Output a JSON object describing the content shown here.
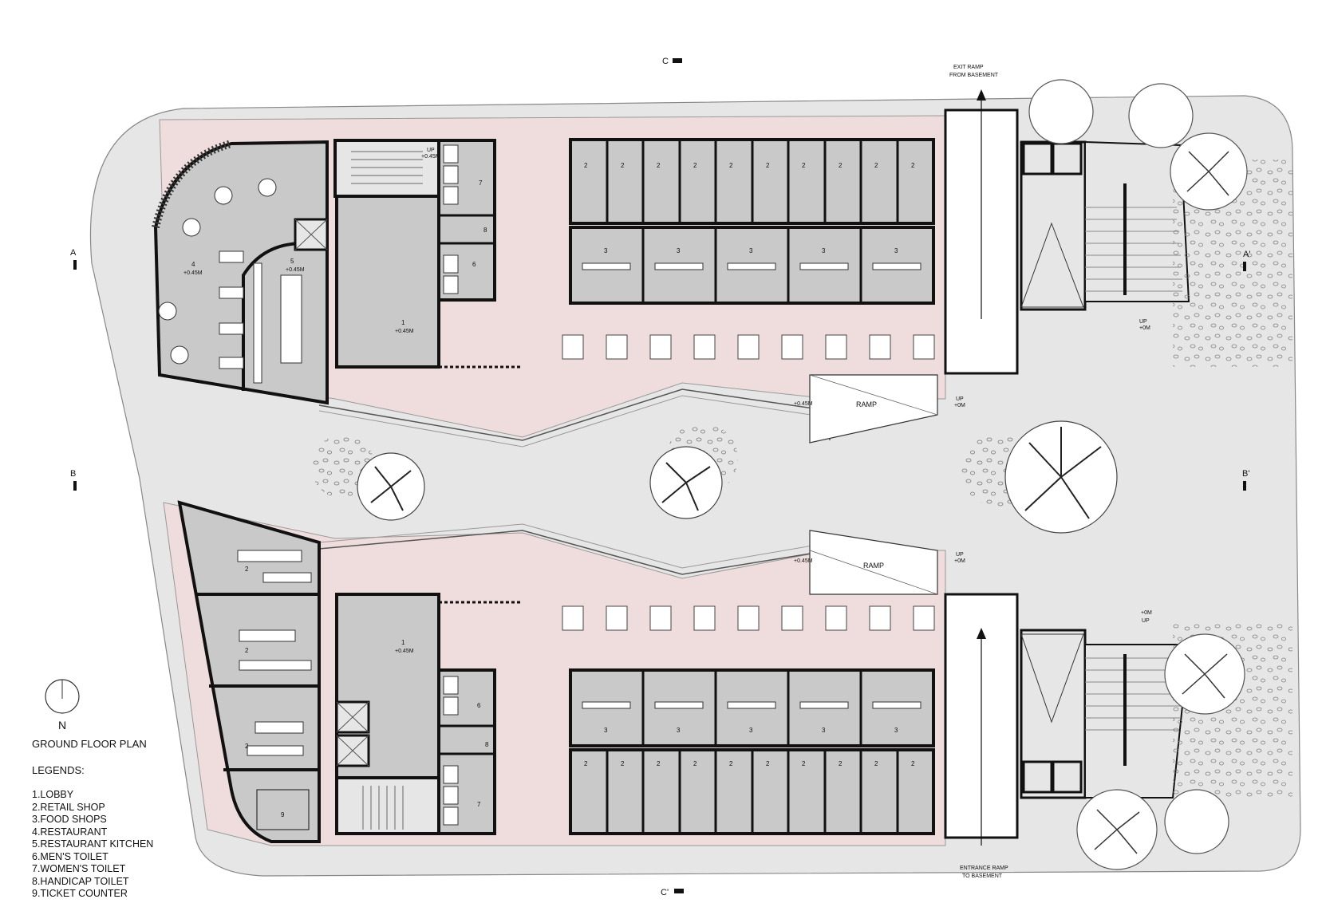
{
  "plan": {
    "title": "GROUND FLOOR PLAN",
    "north_label": "N",
    "legend_heading": "LEGENDS:",
    "legend": [
      "1.LOBBY",
      "2.RETAIL SHOP",
      "3.FOOD SHOPS",
      "4.RESTAURANT",
      "5.RESTAURANT KITCHEN",
      "6.MEN'S TOILET",
      "7.WOMEN'S TOILET",
      "8.HANDICAP TOILET",
      "9.TICKET COUNTER"
    ],
    "sections": {
      "c": "C",
      "c_prime": "C'",
      "a": "A",
      "a_prime": "A'",
      "b": "B",
      "b_prime": "B'"
    },
    "ramps": {
      "exit_line1": "EXIT RAMP",
      "exit_line2": "FROM BASEMENT",
      "entrance_line1": "ENTRANCE RAMP",
      "entrance_line2": "TO BASEMENT",
      "ramp_upper": "RAMP",
      "ramp_lower": "RAMP"
    },
    "levels": {
      "up": "UP",
      "zero": "+0M",
      "lobby_level": "+0.45M"
    },
    "room_numbers": {
      "lobby": "1",
      "retail": "2",
      "food": "3",
      "restaurant": "4",
      "kitchen": "5",
      "mens": "6",
      "womens": "7",
      "handicap": "8",
      "ticket": "9"
    },
    "colors": {
      "paving": "#e6e6e6",
      "plaza_pink": "#efdcdc",
      "room_grey": "#c9c9c9",
      "wall": "#111111"
    }
  }
}
